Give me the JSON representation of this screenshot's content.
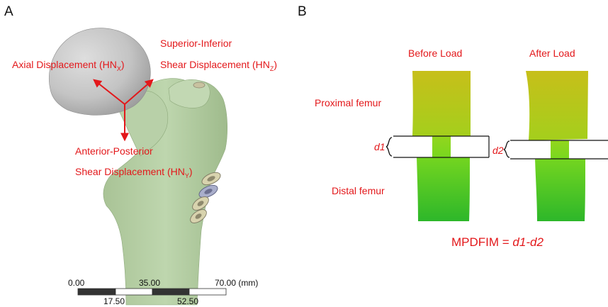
{
  "panels": {
    "a": {
      "letter": "A",
      "labels": {
        "axial_prefix": "Axial Displacement (HN",
        "axial_sub": "X",
        "axial_suffix": ")",
        "si_line1": "Superior-Inferior",
        "si_line2_prefix": "Shear Displacement (HN",
        "si_sub": "Z",
        "si_suffix": ")",
        "ap_line1": "Anterior-Posterior",
        "ap_line2_prefix": "Shear Displacement (HN",
        "ap_sub": "Y",
        "ap_suffix": ")"
      },
      "scale_bar": {
        "top_ticks": [
          "0.00",
          "35.00",
          "70.00 (mm)"
        ],
        "bottom_ticks": [
          "17.50",
          "52.50"
        ]
      },
      "colors": {
        "bone": "#b4cda4",
        "head": "#c9c9c9",
        "arrow": "#e3181b",
        "screw": "#d9d4b0",
        "screw_blue": "#aab0cc"
      }
    },
    "b": {
      "letter": "B",
      "before_label": "Before Load",
      "after_label": "After Load",
      "proximal_label": "Proximal femur",
      "distal_label": "Distal femur",
      "d1_label": "d1",
      "d2_label": "d2",
      "formula_prefix": "MPDFIM = ",
      "formula_expr": "d1-d2",
      "colors": {
        "proximal_top": "#c9c21a",
        "proximal_bottom": "#a3d11c",
        "gap": "#7bd81e",
        "distal_top": "#78d620",
        "distal_bottom": "#2fb92a",
        "label": "#e3181b"
      }
    }
  }
}
